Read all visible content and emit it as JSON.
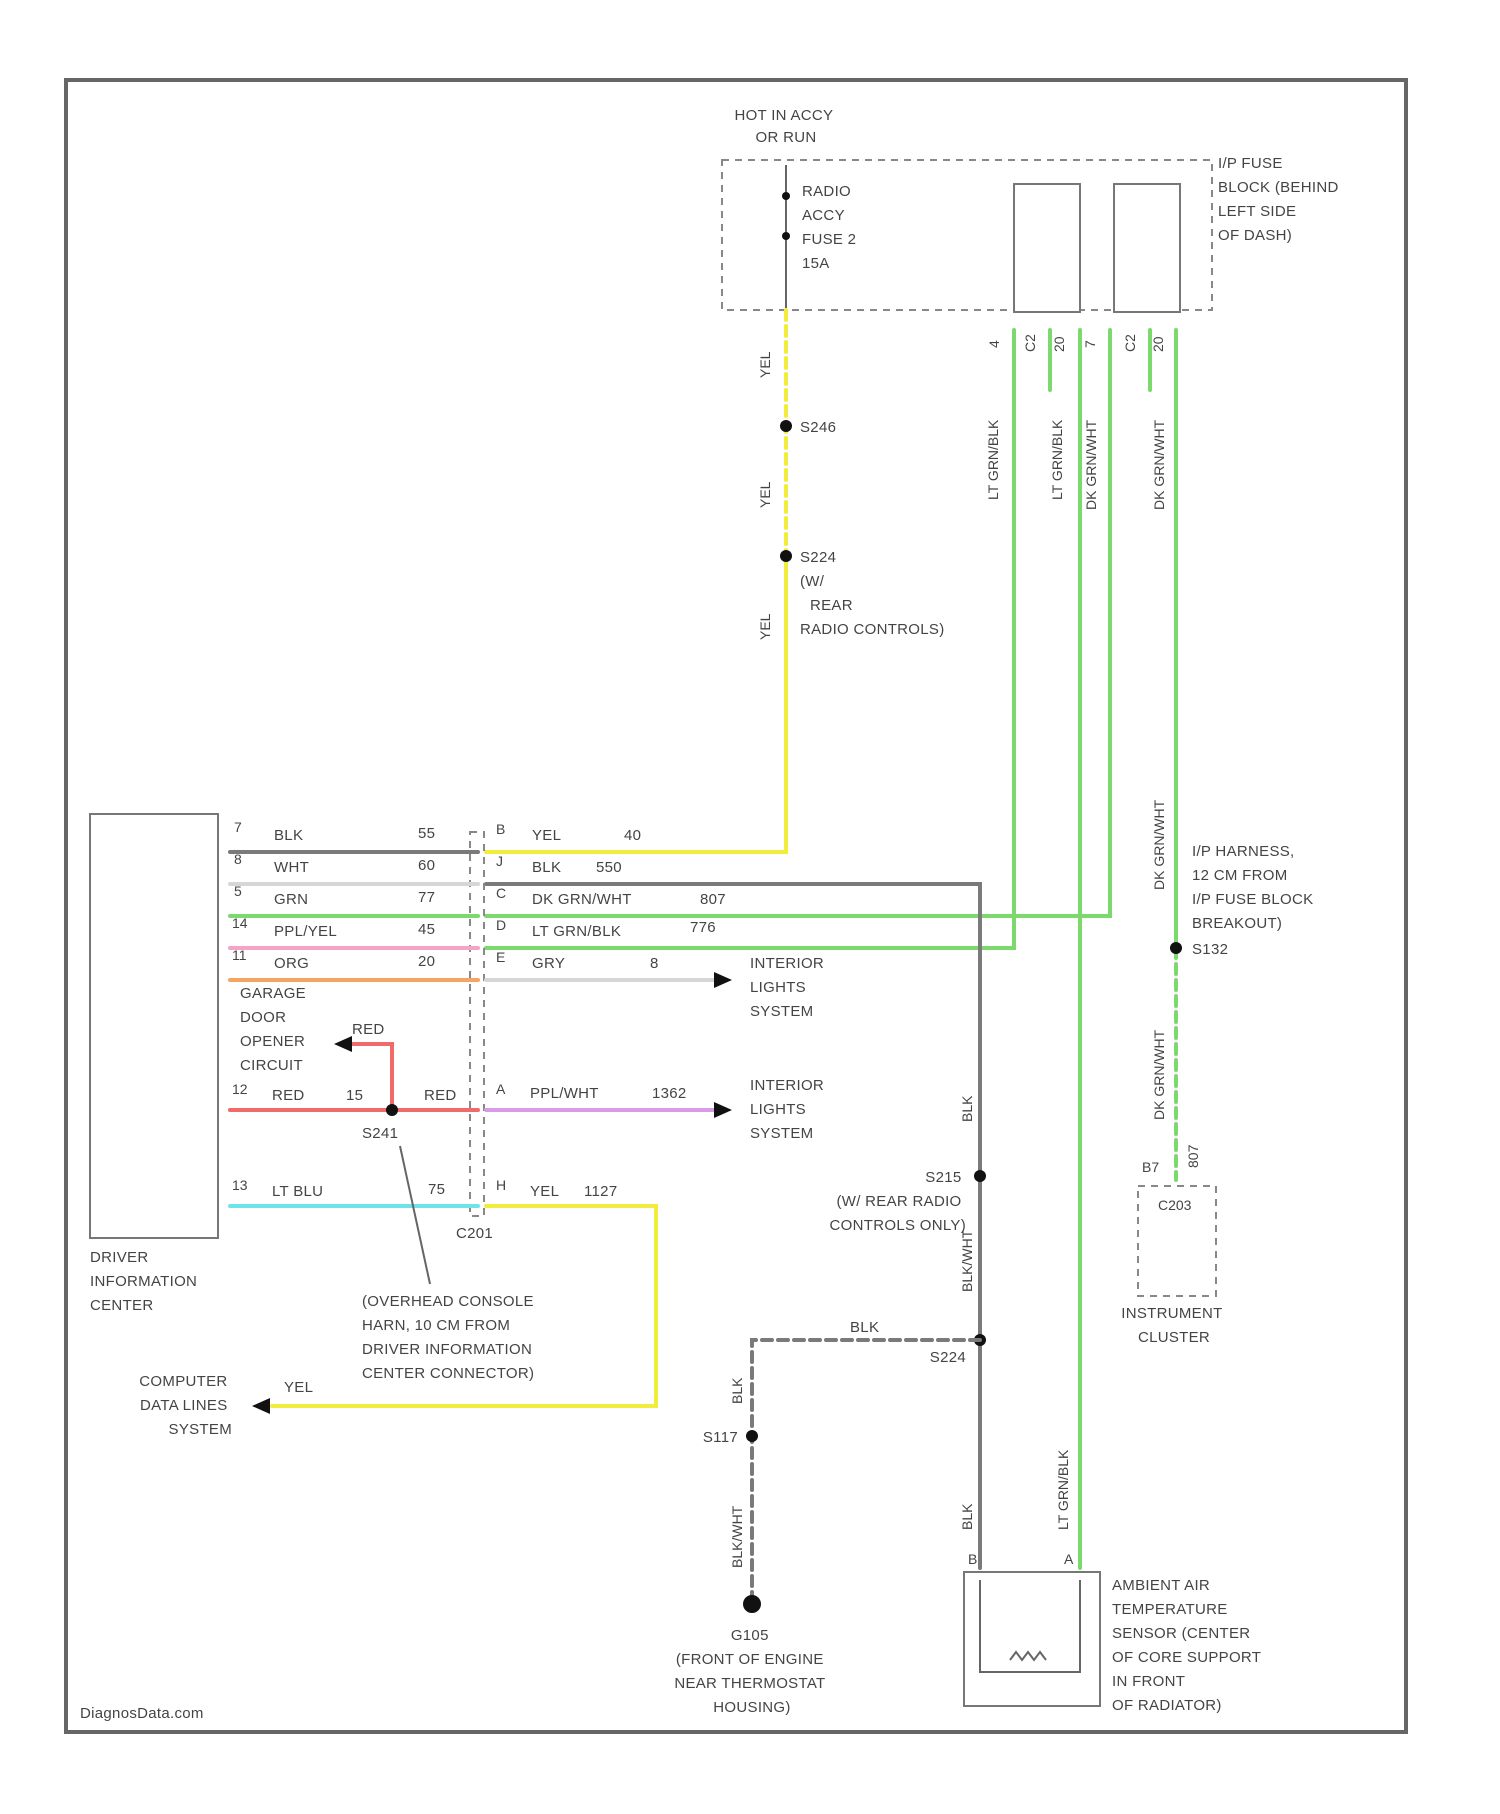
{
  "colors": {
    "yel": "#f2ec3c",
    "green": "#7cd96c",
    "blk": "#7a7a7a",
    "wht": "#d6d6d6",
    "pink": "#f5a3c8",
    "orange": "#f5a560",
    "red": "#f06a6a",
    "violet": "#d99be6",
    "ltblue": "#6fe3ea",
    "frame": "#666666"
  },
  "power": {
    "source": [
      "HOT IN ACCY",
      "OR RUN"
    ],
    "fuse": [
      "RADIO",
      "ACCY",
      "FUSE 2",
      "15A"
    ],
    "fuse_block": [
      "I/P FUSE",
      "BLOCK (BEHIND",
      "LEFT SIDE",
      "OF DASH)"
    ],
    "fuse_pins": [
      "4",
      "C2",
      "20",
      "7",
      "C2",
      "20"
    ]
  },
  "splices": {
    "s1": "S246",
    "s2": [
      "S224",
      "(W/",
      "REAR",
      "RADIO CONTROLS)"
    ],
    "s3": "S241",
    "s4": [
      "S215",
      "(W/ REAR RADIO",
      "CONTROLS ONLY)"
    ],
    "s5": "S224",
    "s6": "S117",
    "s7": [
      "I/P HARNESS,",
      "12 CM FROM",
      "I/P FUSE BLOCK",
      "BREAKOUT)",
      "S132"
    ]
  },
  "wire_labels": {
    "yel": "YEL",
    "blk": "BLK",
    "lt_grn_blk": "LT GRN/BLK",
    "dk_grn_wht": "DK GRN/WHT",
    "blk_wht": "BLK/WHT"
  },
  "dic_connector": [
    {
      "pin": "7",
      "color": "BLK",
      "circuit": "55"
    },
    {
      "pin": "8",
      "color": "WHT",
      "circuit": "60"
    },
    {
      "pin": "5",
      "color": "GRN",
      "circuit": "77"
    },
    {
      "pin": "14",
      "color": "PPL/YEL",
      "circuit": "45"
    },
    {
      "pin": "11",
      "color": "ORG",
      "circuit": "20"
    },
    {
      "pin": "12",
      "color": "RED",
      "circuit": "15"
    },
    {
      "pin": "13",
      "color": "LT BLU",
      "circuit": "75"
    }
  ],
  "c201_connector": [
    {
      "pin": "B",
      "color": "YEL",
      "circuit": "40"
    },
    {
      "pin": "J",
      "color": "BLK",
      "circuit": "550"
    },
    {
      "pin": "C",
      "color": "DK GRN/WHT",
      "circuit": "807"
    },
    {
      "pin": "D",
      "color": "LT GRN/BLK",
      "circuit": "776"
    },
    {
      "pin": "E",
      "color": "GRY",
      "circuit": "8"
    },
    {
      "pin": "A",
      "color": "PPL/WHT",
      "circuit": "1362"
    },
    {
      "pin": "H",
      "color": "YEL",
      "circuit": "1127"
    }
  ],
  "connector_name": "C201",
  "garage": [
    "GARAGE",
    "DOOR",
    "OPENER",
    "CIRCUIT"
  ],
  "garage_wire": "RED",
  "red_splice": "S241",
  "red_after": "RED",
  "interior1": [
    "INTERIOR",
    "LIGHTS",
    "SYSTEM"
  ],
  "interior2": [
    "INTERIOR",
    "LIGHTS",
    "SYSTEM"
  ],
  "dic_label": [
    "DRIVER",
    "INFORMATION",
    "CENTER"
  ],
  "overhead_note": [
    "(OVERHEAD CONSOLE",
    "HARN, 10 CM FROM",
    "DRIVER INFORMATION",
    "CENTER CONNECTOR)"
  ],
  "computer": [
    "COMPUTER",
    "DATA LINES",
    "SYSTEM"
  ],
  "computer_wire": "YEL",
  "cluster": {
    "label": [
      "INSTRUMENT",
      "CLUSTER"
    ],
    "connector": "C203",
    "pin": "807",
    "pin_top": "B7"
  },
  "sensor": {
    "label": [
      "AMBIENT AIR",
      "TEMPERATURE",
      "SENSOR (CENTER",
      "OF CORE SUPPORT",
      "IN FRONT",
      "OF RADIATOR)"
    ],
    "pins": [
      "B",
      "A"
    ]
  },
  "ground": {
    "label": [
      "G105",
      "(FRONT OF ENGINE",
      "NEAR THERMOSTAT",
      "HOUSING)"
    ]
  },
  "footer": "DiagnosData.com"
}
